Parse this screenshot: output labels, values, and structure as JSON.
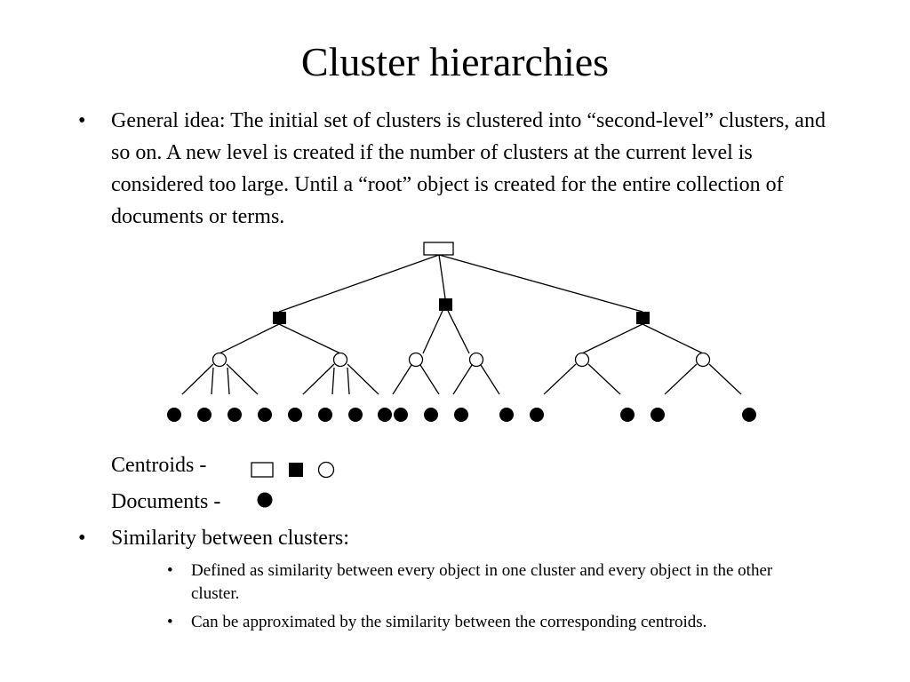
{
  "slide": {
    "title": "Cluster hierarchies",
    "bullets": [
      {
        "marker": "•",
        "text": "General idea: The initial set of clusters is clustered into “second-level” clusters, and so on. A new level is created if the number of clusters at the current level is considered too large. Until a “root” object is created for the entire collection of documents or terms."
      },
      {
        "marker": "•",
        "text": "Similarity between clusters:"
      }
    ],
    "legend": {
      "centroids_label": "Centroids -",
      "documents_label": "Documents -"
    },
    "sub_bullets": [
      {
        "marker": "•",
        "text": "Defined as similarity between every object in one cluster and every object in the other cluster."
      },
      {
        "marker": "•",
        "text": "Can be approximated by the similarity between the corresponding centroids."
      }
    ]
  },
  "colors": {
    "text": "#000000",
    "background": "#ffffff"
  }
}
